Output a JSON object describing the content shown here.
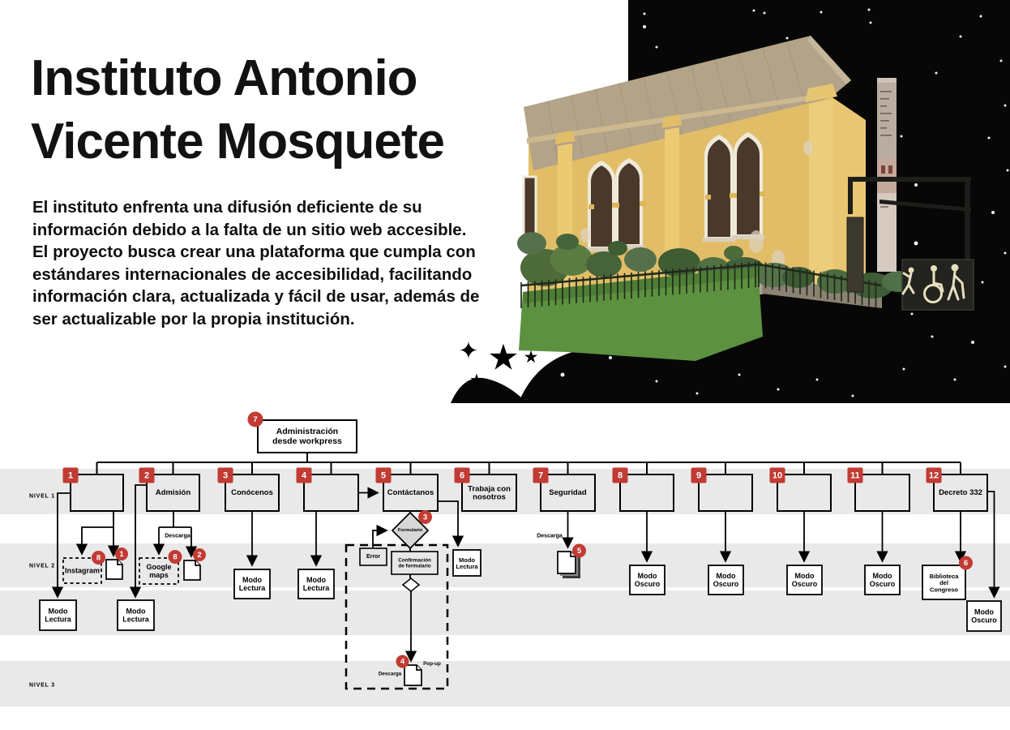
{
  "hero": {
    "title": "Instituto Antonio Vicente Mosquete",
    "description": "El instituto enfrenta una difusión deficiente de su información debido a la falta de un sitio web accesible. El proyecto busca crear una plataforma que cumpla con estándares internacionales de accesibilidad, facilitando información clara, actualizada y fácil de usar, además de ser actualizable por la propia institución.",
    "illustration": {
      "subject": "yellow chapel photo collaged on black starry night sky with accessibility signage",
      "colors": {
        "sky": "#070707",
        "wall_yellow": "#e2bd67",
        "roof_tan": "#b2a389",
        "lawn_green": "#5c9140",
        "sign_cream": "#e8e0bd"
      }
    }
  },
  "sitemap": {
    "levels": [
      "NIVEL 1",
      "NIVEL 2",
      "NIVEL 3"
    ],
    "root": {
      "badge": "7",
      "label": "Administración\ndesde workpress"
    },
    "pages": [
      {
        "num": "1",
        "label": ""
      },
      {
        "num": "2",
        "label": "Admisión"
      },
      {
        "num": "3",
        "label": "Conócenos"
      },
      {
        "num": "4",
        "label": ""
      },
      {
        "num": "5",
        "label": "Contáctanos"
      },
      {
        "num": "6",
        "label": "Trabaja con\nnosotros"
      },
      {
        "num": "7",
        "label": "Seguridad"
      },
      {
        "num": "8",
        "label": ""
      },
      {
        "num": "9",
        "label": ""
      },
      {
        "num": "10",
        "label": ""
      },
      {
        "num": "11",
        "label": ""
      },
      {
        "num": "12",
        "label": "Decreto 332"
      }
    ],
    "labels": {
      "modo_lectura": "Modo\nLectura",
      "modo_oscuro": "Modo\nOscuro",
      "instagram": "Instagram",
      "google_maps": "Google\nmaps",
      "biblioteca": "Biblioteca\ndel\nCongreso",
      "formulario": "Formulario",
      "error": "Error",
      "confirmacion": "Confirmación\nde formulario",
      "descarga": "Descarga",
      "pop_up": "Pop-up"
    },
    "badges": {
      "instagram": "8",
      "doc1": "1",
      "google_maps": "8",
      "doc2": "2",
      "formulario": "3",
      "seguridad_doc": "5",
      "pop_up": "4",
      "biblioteca": "6"
    },
    "colors": {
      "badge_red": "#c23b33",
      "band_gray": "#e9e9e9"
    }
  }
}
